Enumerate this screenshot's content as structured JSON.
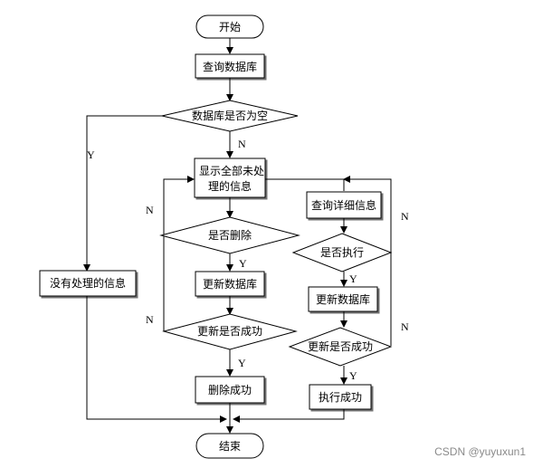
{
  "nodes": {
    "start": "开始",
    "query_db": "查询数据库",
    "db_empty": "数据库是否为空",
    "no_pending": "没有处理的信息",
    "show_pending_1": "显示全部未处",
    "show_pending_2": "理的信息",
    "delete_q": "是否删除",
    "update_db_left": "更新数据库",
    "update_ok_left": "更新是否成功",
    "delete_ok": "删除成功",
    "query_detail": "查询详细信息",
    "execute_q": "是否执行",
    "update_db_right": "更新数据库",
    "update_ok_right": "更新是否成功",
    "execute_ok": "执行成功",
    "end": "结束"
  },
  "edges": {
    "y": "Y",
    "n": "N"
  },
  "watermark": "CSDN @yuyuxun1"
}
